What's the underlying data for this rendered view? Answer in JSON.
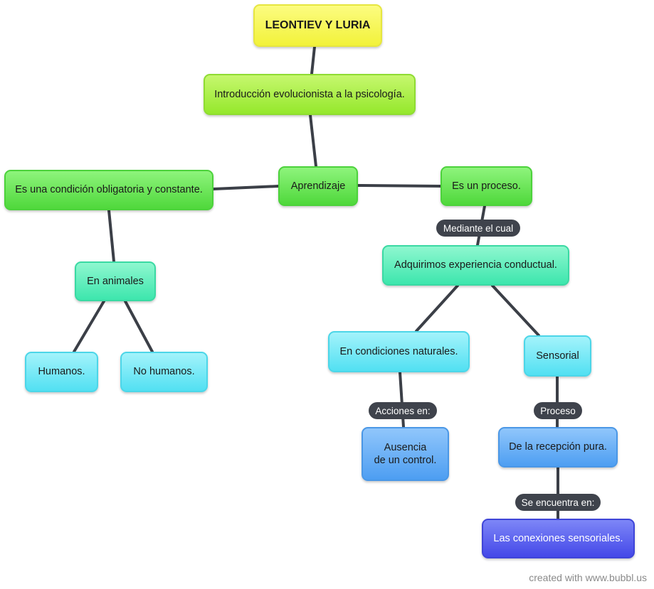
{
  "diagram": {
    "nodes": {
      "leontiev": "LEONTIEV Y LURIA",
      "introduccion": "Introducción evolucionista a la psicología.",
      "aprendizaje": "Aprendizaje",
      "condicion": "Es una condición obligatoria y constante.",
      "proceso": "Es un proceso.",
      "animales": "En animales",
      "humanos": "Humanos.",
      "no_humanos": "No humanos.",
      "adquirimos": "Adquirimos experiencia conductual.",
      "naturales": "En condiciones naturales.",
      "sensorial": "Sensorial",
      "ausencia_l1": "Ausencia",
      "ausencia_l2": "de un control.",
      "recepcion": "De la recepción pura.",
      "conexiones": "Las conexiones sensoriales."
    },
    "edge_labels": {
      "mediante": "Mediante el cual",
      "acciones": "Acciones en:",
      "proceso": "Proceso",
      "se_encuentra": "Se encuentra en:"
    },
    "colors": {
      "edge": "#3b3f47",
      "label_bg": "#3f434c"
    }
  },
  "footer": {
    "credit": "created with www.bubbl.us"
  }
}
